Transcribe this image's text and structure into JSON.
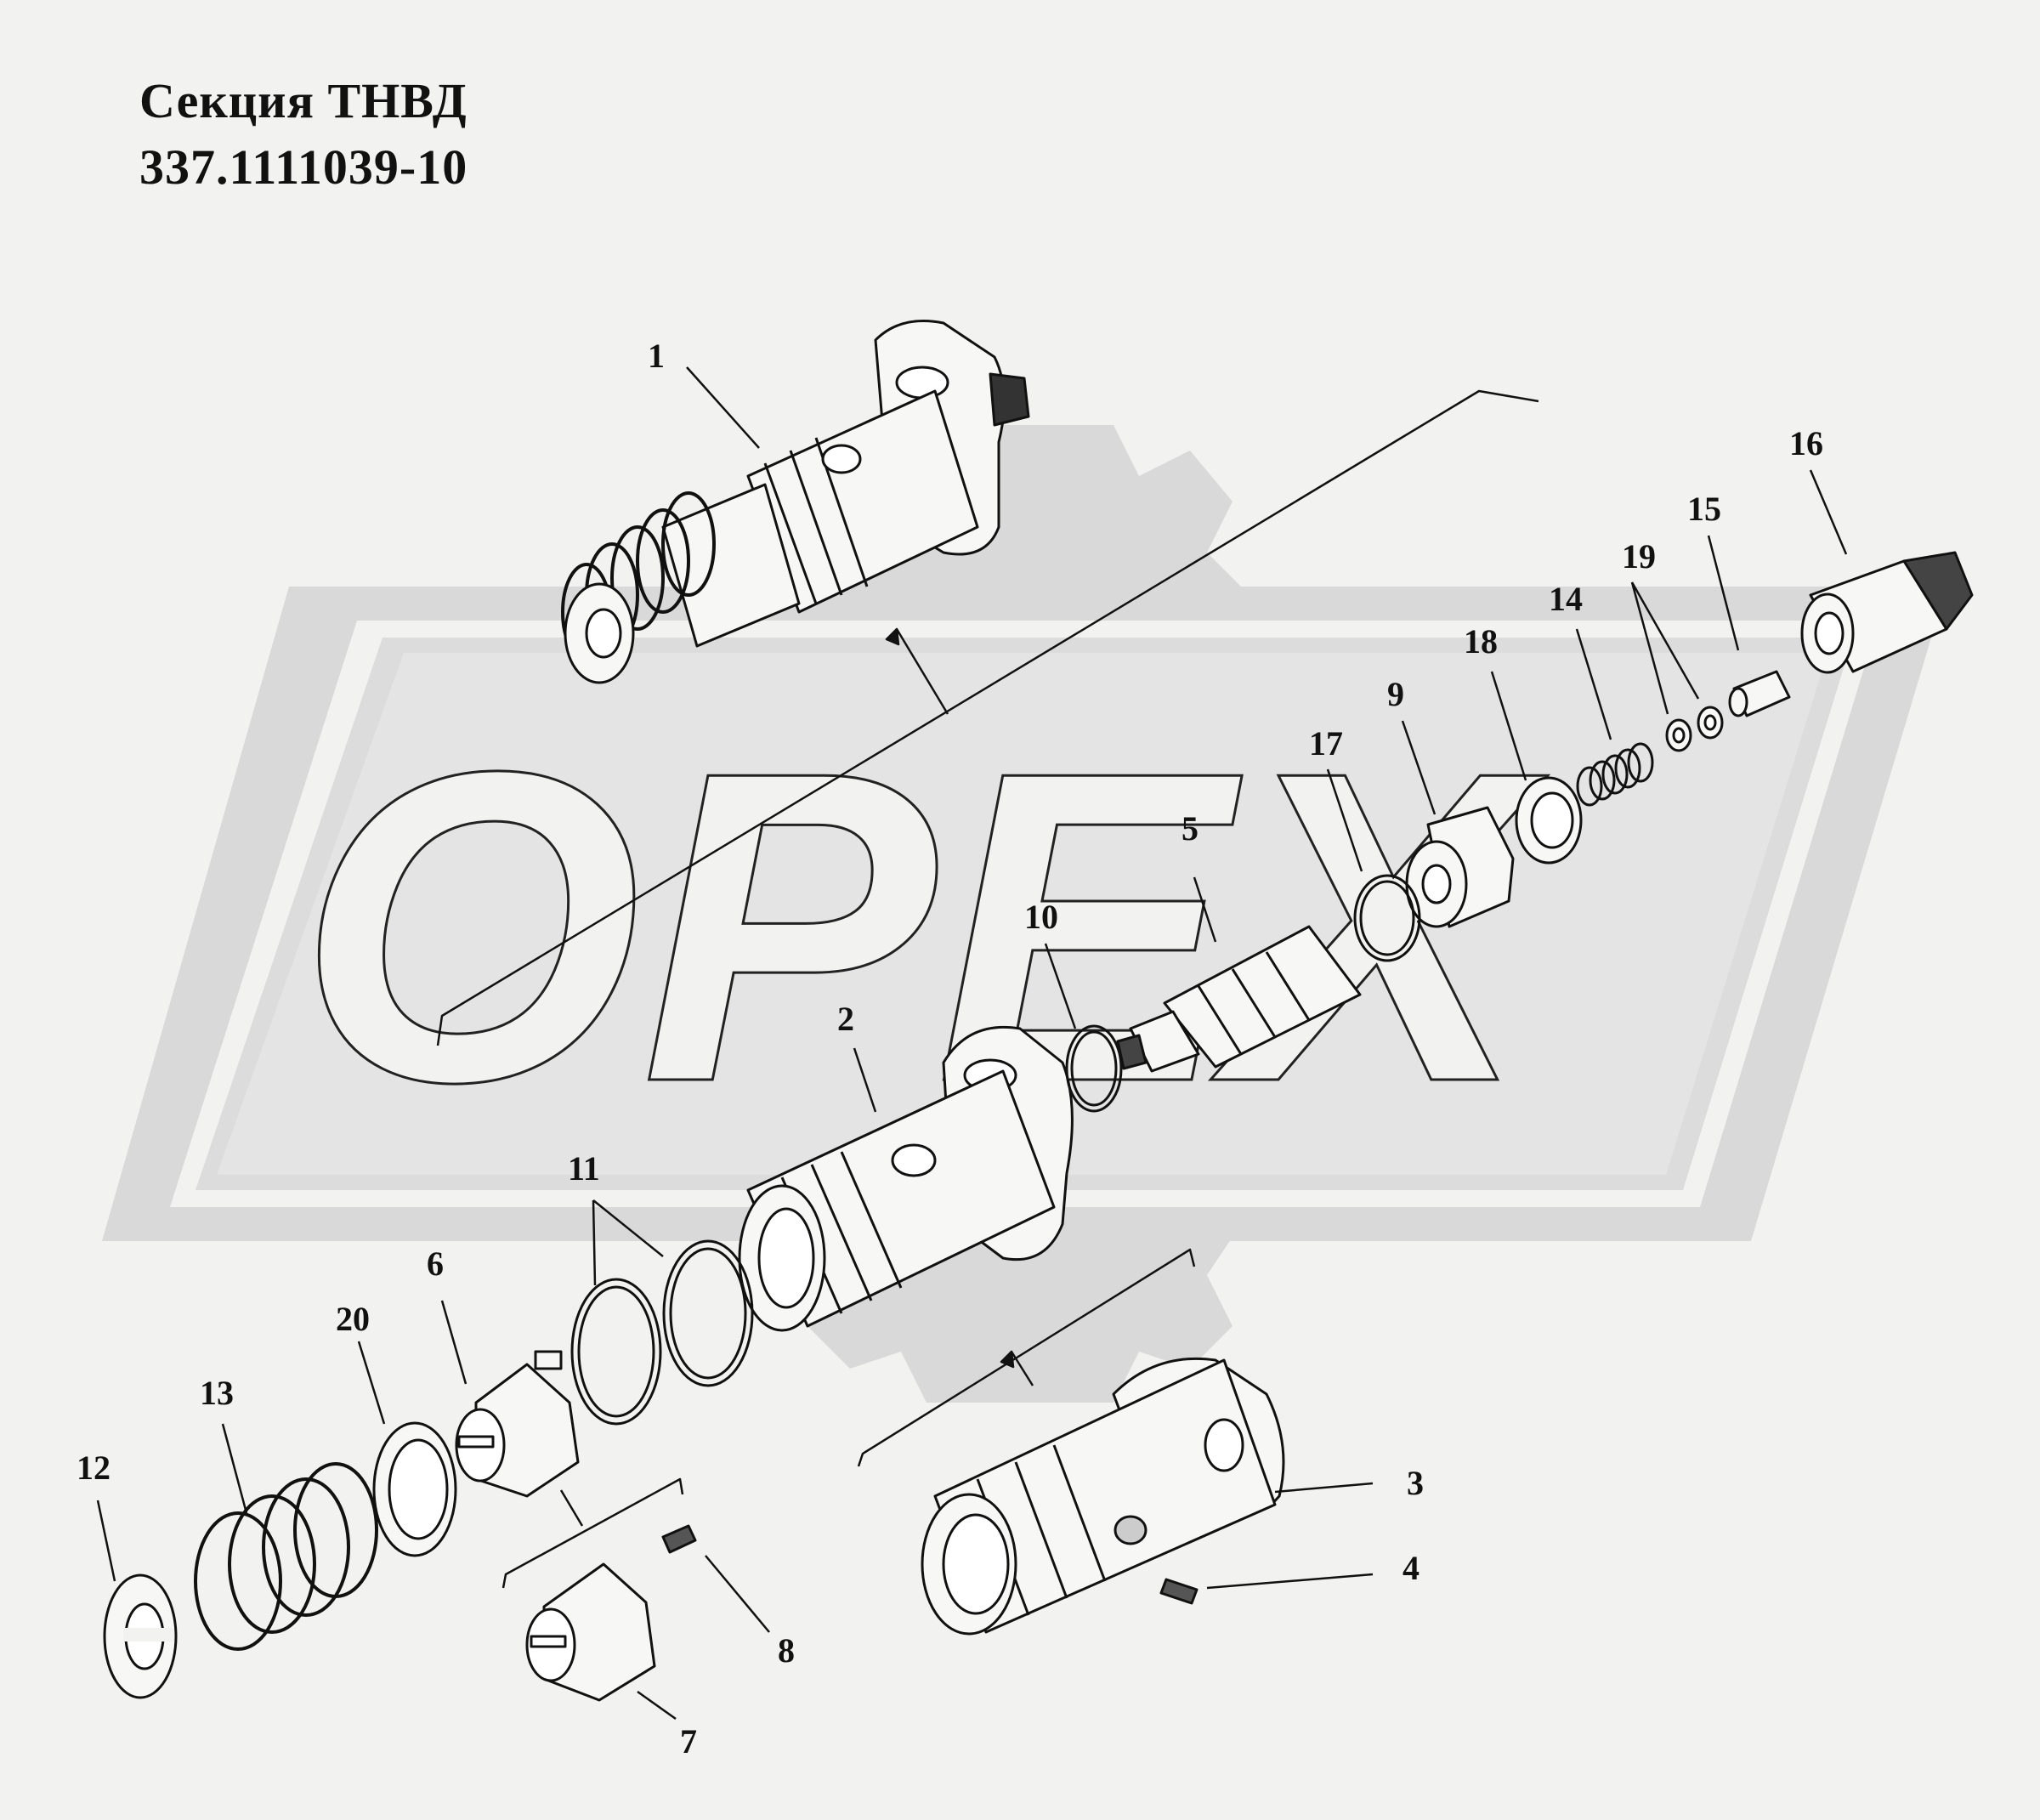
{
  "title": {
    "line1": "Секция ТНВД",
    "line2": "337.1111039-10"
  },
  "watermark": {
    "text": "OPEX"
  },
  "callouts": [
    {
      "id": "1",
      "label": "1"
    },
    {
      "id": "2",
      "label": "2"
    },
    {
      "id": "3",
      "label": "3"
    },
    {
      "id": "4",
      "label": "4"
    },
    {
      "id": "5",
      "label": "5"
    },
    {
      "id": "6",
      "label": "6"
    },
    {
      "id": "7",
      "label": "7"
    },
    {
      "id": "8",
      "label": "8"
    },
    {
      "id": "9",
      "label": "9"
    },
    {
      "id": "10",
      "label": "10"
    },
    {
      "id": "11",
      "label": "11"
    },
    {
      "id": "12",
      "label": "12"
    },
    {
      "id": "13",
      "label": "13"
    },
    {
      "id": "14",
      "label": "14"
    },
    {
      "id": "15",
      "label": "15"
    },
    {
      "id": "16",
      "label": "16"
    },
    {
      "id": "17",
      "label": "17"
    },
    {
      "id": "18",
      "label": "18"
    },
    {
      "id": "19",
      "label": "19"
    },
    {
      "id": "20",
      "label": "20"
    }
  ]
}
